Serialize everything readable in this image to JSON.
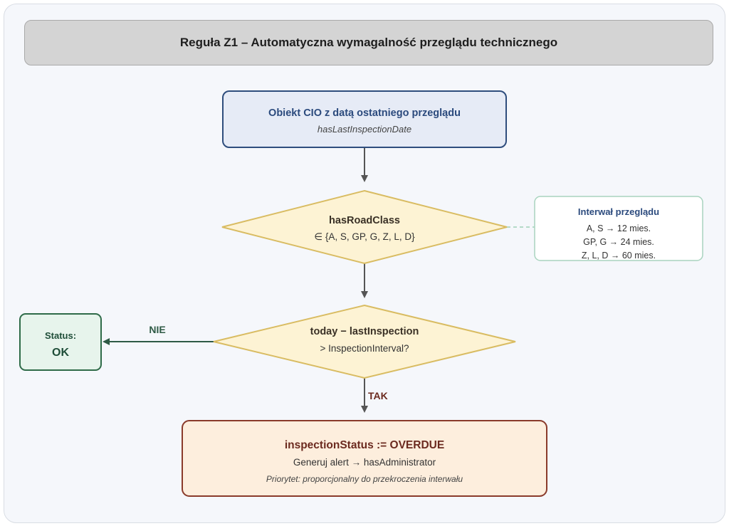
{
  "title": "Reguła Z1 – Automatyczna wymagalność przeglądu technicznego",
  "nodes": {
    "start": {
      "title": "Obiekt CIO z datą ostatniego przeglądu",
      "subtitle": "hasLastInspectionDate"
    },
    "road_class": {
      "title": "hasRoadClass",
      "subtitle": "∈ {A, S, GP, G, Z, L, D}"
    },
    "interval_note": {
      "title": "Interwał przeglądu",
      "lines": [
        "A, S → 12 mies.",
        "GP, G → 24 mies.",
        "Z, L, D → 60 mies."
      ]
    },
    "time_check": {
      "title": "today − lastInspection",
      "subtitle": "> InspectionInterval?"
    },
    "status_ok": {
      "label": "Status:",
      "value": "OK"
    },
    "overdue": {
      "title": "inspectionStatus := OVERDUE",
      "line": "Generuj alert → hasAdministrator",
      "note": "Priorytet: proporcjonalny do przekroczenia interwału"
    }
  },
  "edges": {
    "no_label": "NIE",
    "yes_label": "TAK"
  },
  "colors": {
    "start_fill": "#e6ebf6",
    "start_border": "#2e4d7d",
    "decision_fill": "#fdf3d4",
    "decision_border": "#d9bc62",
    "ok_fill": "#e7f4ec",
    "ok_border": "#2e6b48",
    "overdue_fill": "#fdeedd",
    "overdue_border": "#8a3a2a",
    "note_border": "#a9d4bf",
    "arrow": "#555555"
  }
}
